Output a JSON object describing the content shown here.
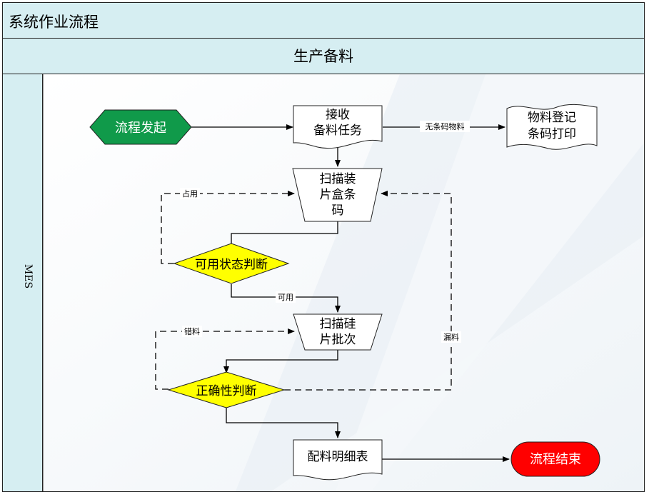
{
  "title": "系统作业流程",
  "stage": "生产备料",
  "lane": "MES",
  "nodes": {
    "start": "流程发起",
    "receive": [
      "接收",
      "备料任务"
    ],
    "register": [
      "物料登记",
      "条码打印"
    ],
    "scan_box": [
      "扫描装",
      "片盒条",
      "码"
    ],
    "check_status": "可用状态判断",
    "scan_batch": [
      "扫描硅",
      "片批次"
    ],
    "check_correct": "正确性判断",
    "detail": "配料明细表",
    "end": "流程结束"
  },
  "edge_labels": {
    "no_barcode": "无条码物料",
    "occupied": "占用",
    "available": "可用",
    "wrong": "错料",
    "missed": "漏料"
  },
  "colors": {
    "header_bg": "#d6eef2",
    "start_fill": "#109a4a",
    "decision_fill": "#ffff00",
    "end_fill": "#ff0000"
  }
}
